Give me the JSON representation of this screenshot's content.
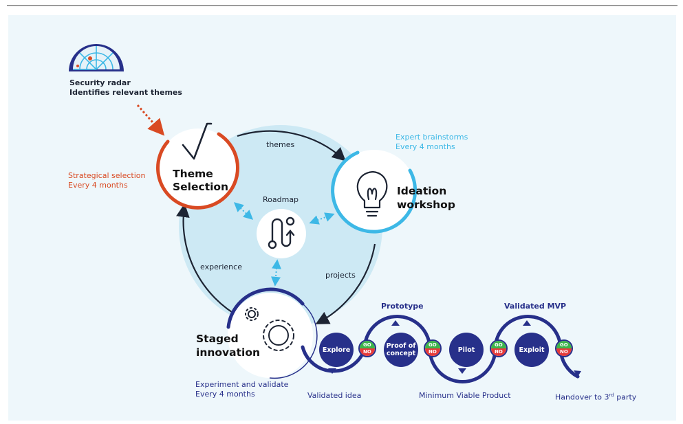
{
  "radar": {
    "title": "Security radar",
    "subtitle": "Identifies relevant themes",
    "icon": "radar-icon"
  },
  "cycle": {
    "theme_selection": {
      "title_line1": "Theme",
      "title_line2": "Selection",
      "note_line1": "Strategical selection",
      "note_line2": "Every 4 months",
      "color": "#d94a23",
      "icon": "checkmark-icon"
    },
    "ideation": {
      "title_line1": "Ideation",
      "title_line2": "workshop",
      "note_line1": "Expert brainstorms",
      "note_line2": "Every 4 months",
      "color": "#3db8e6",
      "icon": "lightbulb-icon"
    },
    "staged": {
      "title_line1": "Staged",
      "title_line2": "innovation",
      "note_line1": "Experiment and validate",
      "note_line2": "Every 4 months",
      "color": "#27308a",
      "icon": "gears-icon"
    },
    "roadmap": {
      "label": "Roadmap",
      "icon": "roadmap-icon"
    },
    "arrows": {
      "themes": "themes",
      "projects": "projects",
      "experience": "experience"
    }
  },
  "pipeline": {
    "nodes": [
      "Explore",
      "Proof of concept",
      "Pilot",
      "Exploit"
    ],
    "gates": [
      {
        "go": "GO",
        "no": "NO"
      },
      {
        "go": "GO",
        "no": "NO"
      },
      {
        "go": "GO",
        "no": "NO"
      },
      {
        "go": "GO",
        "no": "NO"
      }
    ],
    "top_labels": [
      "Prototype",
      "Validated MVP"
    ],
    "bottom_labels": [
      "Validated idea",
      "Minimum Viable Product"
    ],
    "handover": {
      "text": "Handover to 3",
      "sup": "rd",
      "tail": " party"
    }
  },
  "colors": {
    "panel": "#eef7fb",
    "disc": "#cde9f4",
    "orange": "#d94a23",
    "cyan": "#3db8e6",
    "navy": "#27308a",
    "go": "#3bb54a",
    "no": "#e53a3a"
  }
}
